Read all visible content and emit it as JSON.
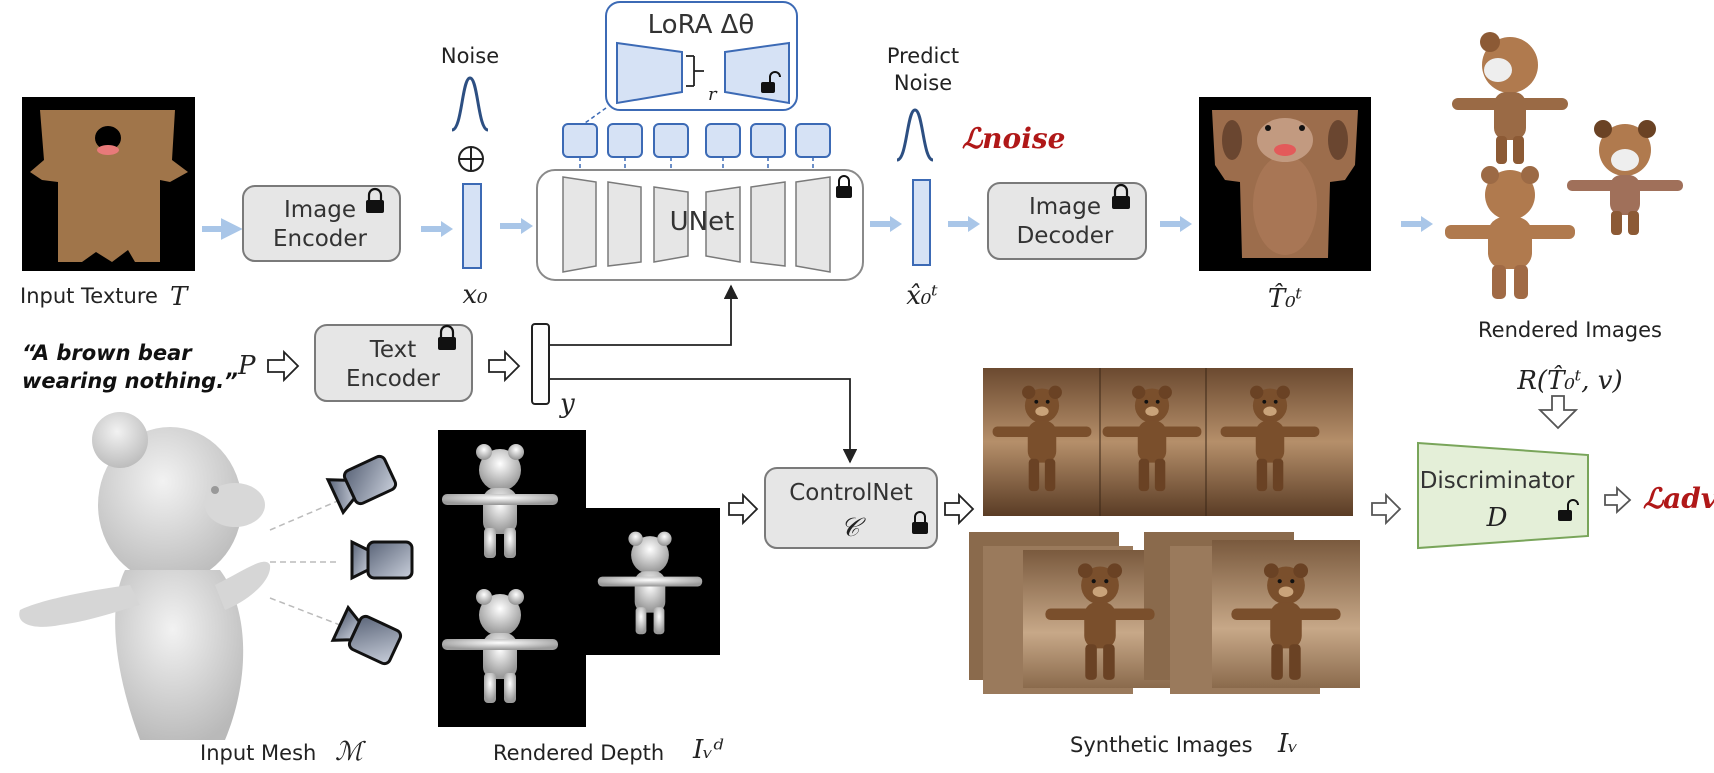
{
  "labels": {
    "input_texture": "Input Texture",
    "input_texture_sym": "T",
    "image_encoder": [
      "Image",
      "Encoder"
    ],
    "noise": "Noise",
    "x0": "x₀",
    "lora": "LoRA Δθ",
    "lora_rank": "r",
    "unet": "UNet",
    "predict_noise": [
      "Predict",
      "Noise"
    ],
    "x0_hat": "x̂₀ᵗ",
    "loss_noise": "ℒnoise",
    "image_decoder": [
      "Image",
      "Decoder"
    ],
    "t0_hat": "T̂₀ᵗ",
    "rendered_images": "Rendered Images",
    "render_fn": "R(T̂₀ᵗ, v)",
    "prompt": [
      "“A brown bear",
      "wearing nothing.”"
    ],
    "prompt_sym": "P",
    "text_encoder": [
      "Text",
      "Encoder"
    ],
    "y": "y",
    "controlnet": "ControlNet",
    "controlnet_sym": "𝒞",
    "discriminator": "Discriminator",
    "discriminator_sym": "D",
    "loss_adv": "ℒadv",
    "input_mesh": "Input Mesh",
    "input_mesh_sym": "ℳ",
    "rendered_depth": "Rendered Depth",
    "rendered_depth_sym": "Iᵥᵈ",
    "synthetic_images": "Synthetic Images",
    "synthetic_images_sym": "Iᵥ"
  },
  "colors": {
    "box_fill": "#e6e6e6",
    "box_stroke": "#7a7a7a",
    "blue_fill": "#d6e2f5",
    "blue_stroke": "#3c6ab5",
    "arrow_blue": "#a9c6e8",
    "loss_red": "#b01818",
    "disc_fill": "#e4efd8",
    "disc_stroke": "#79a55a",
    "bear_fur": "#a0754a"
  }
}
